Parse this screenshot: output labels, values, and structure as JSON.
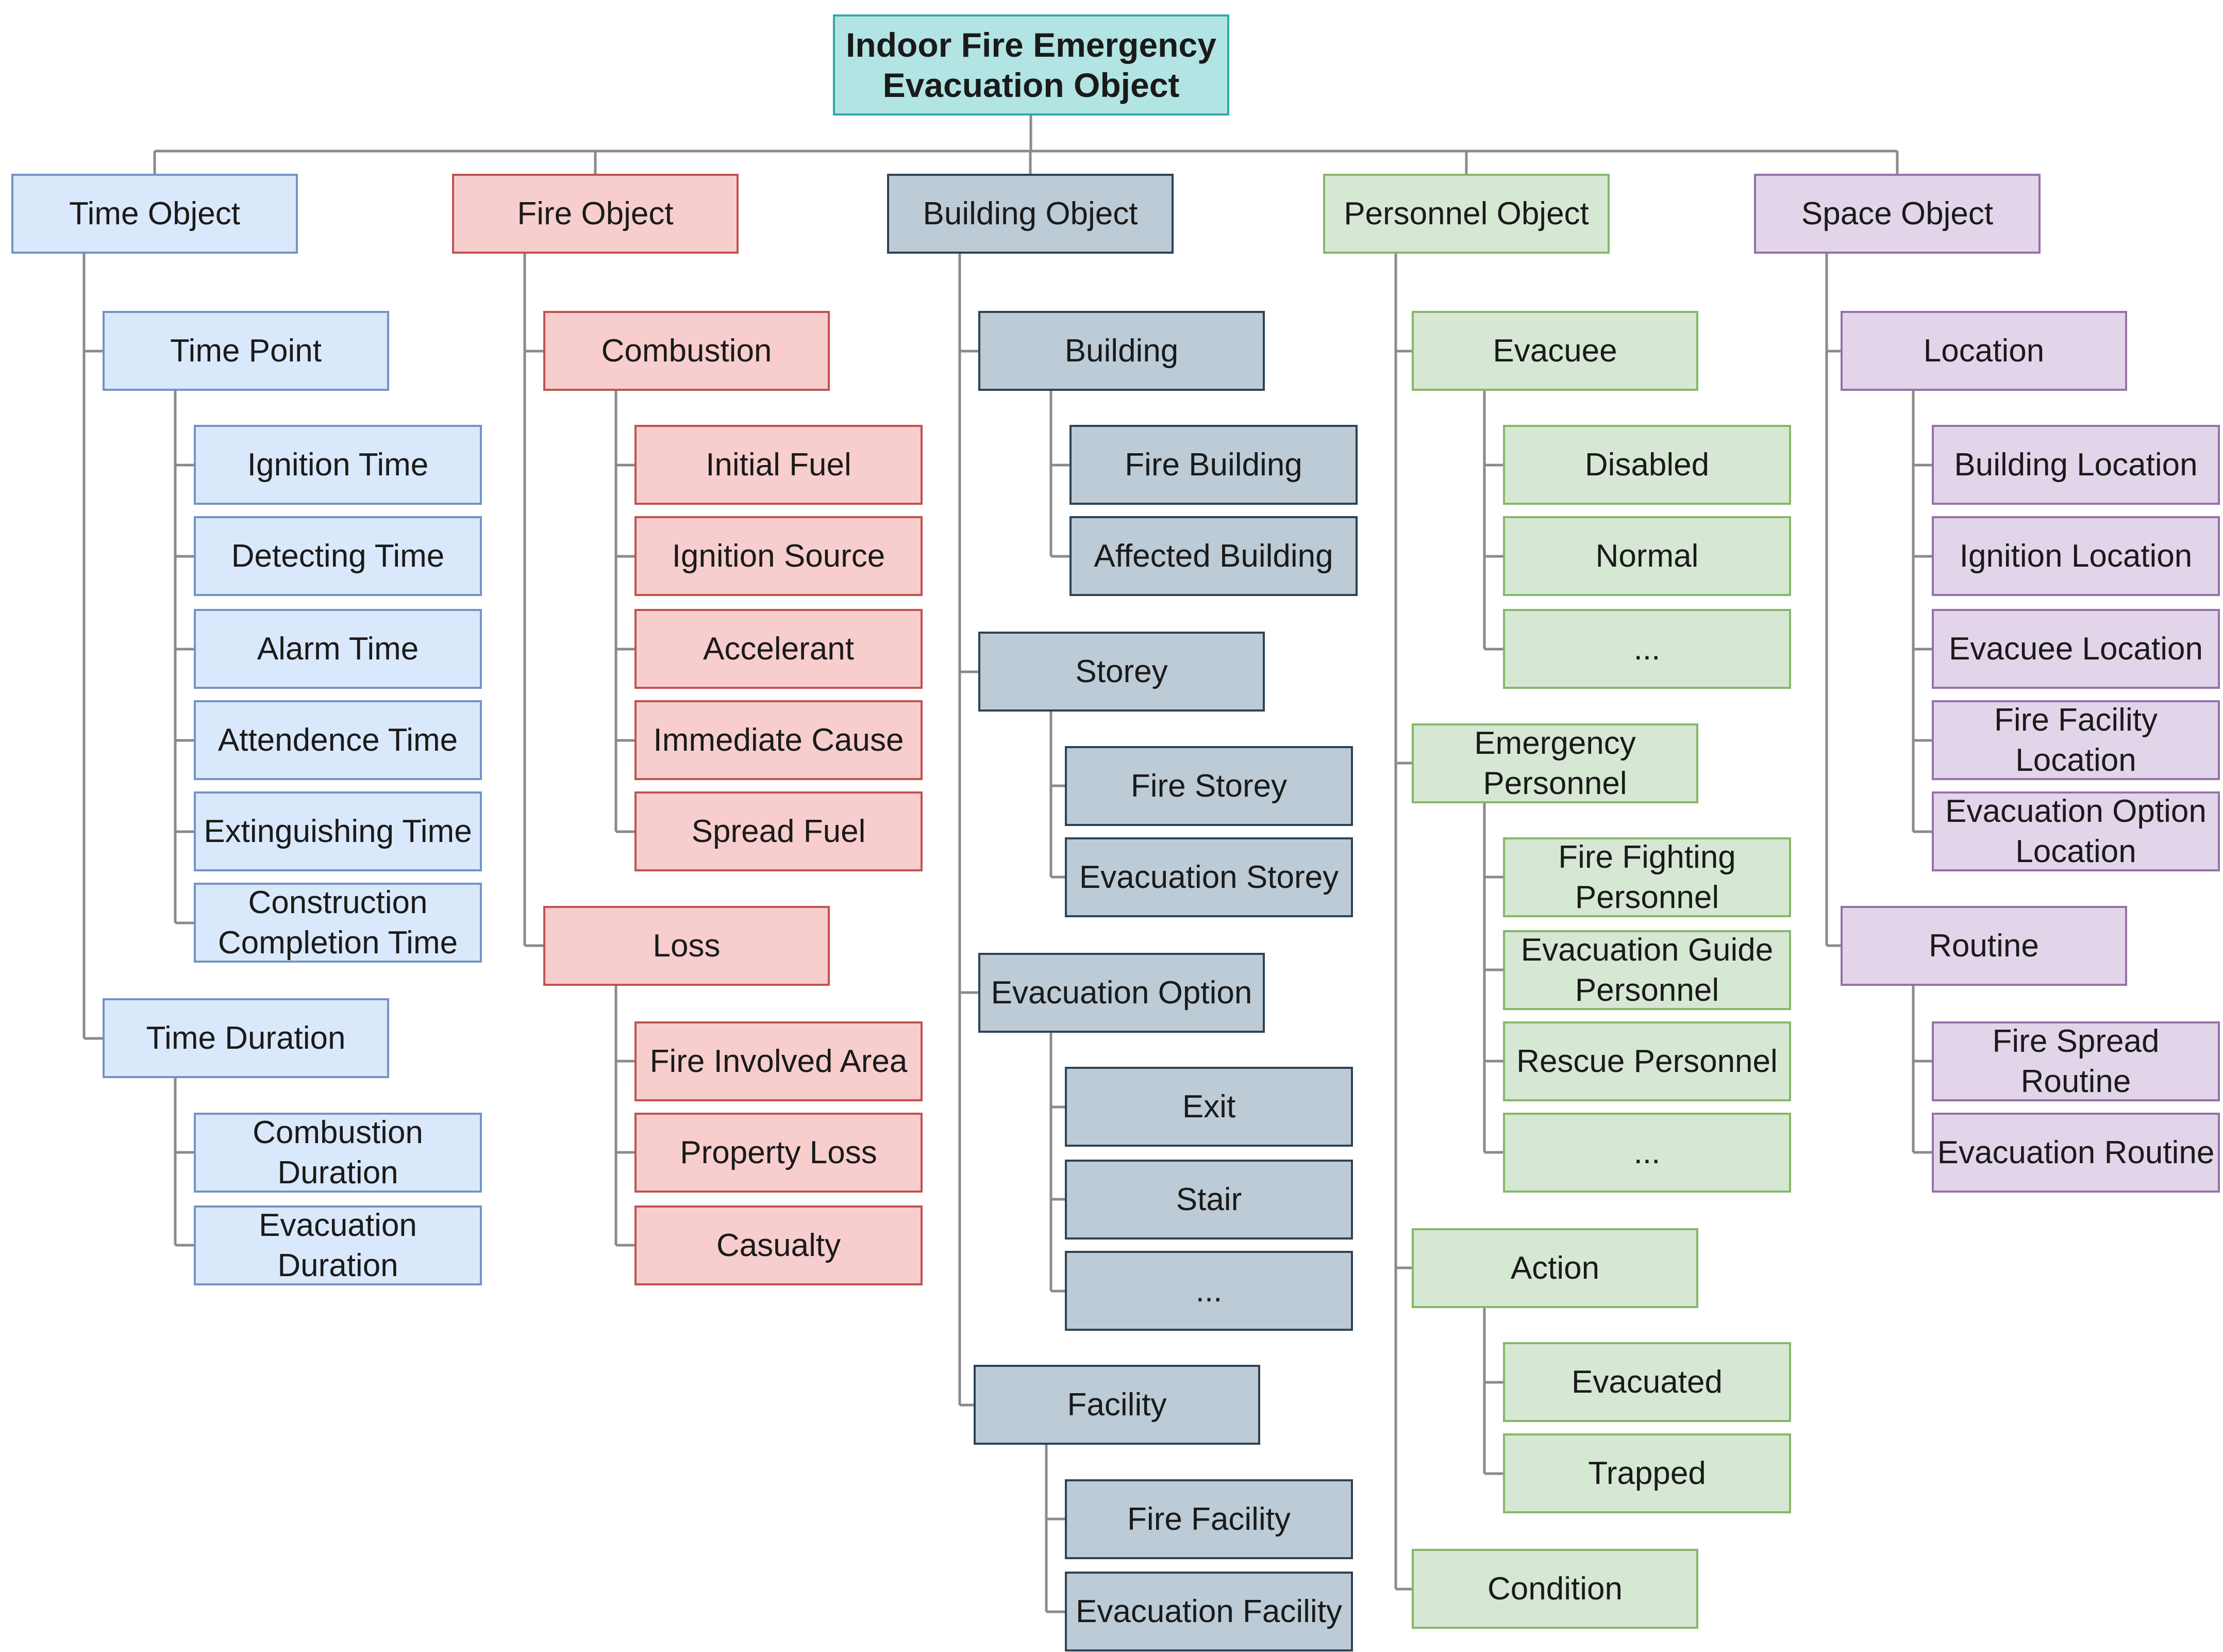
{
  "colors": {
    "root": {
      "fill": "#b2e4e4",
      "border": "#34a6a6"
    },
    "blue": {
      "fill": "#dae8fb",
      "border": "#7393c4"
    },
    "red": {
      "fill": "#f7cecd",
      "border": "#c1524f"
    },
    "slate": {
      "fill": "#bccbd6",
      "border": "#2d4256"
    },
    "green": {
      "fill": "#d6e8d3",
      "border": "#86b769"
    },
    "purple": {
      "fill": "#e2d5e9",
      "border": "#9670a8"
    },
    "connector": "#8a8a8a"
  },
  "root": {
    "id": "root",
    "text": "Indoor Fire Emergency Evacuation Object"
  },
  "categories": [
    {
      "id": "time-object",
      "text": "Time Object",
      "color": "blue",
      "children": [
        {
          "id": "time-point",
          "text": "Time Point",
          "children": [
            {
              "id": "ignition-time",
              "text": "Ignition Time"
            },
            {
              "id": "detecting-time",
              "text": "Detecting Time"
            },
            {
              "id": "alarm-time",
              "text": "Alarm Time"
            },
            {
              "id": "attendence-time",
              "text": "Attendence Time"
            },
            {
              "id": "extinguishing-time",
              "text": "Extinguishing Time"
            },
            {
              "id": "construction-completion-time",
              "text": "Construction Completion Time"
            }
          ]
        },
        {
          "id": "time-duration",
          "text": "Time Duration",
          "children": [
            {
              "id": "combustion-duration",
              "text": "Combustion Duration"
            },
            {
              "id": "evacuation-duration",
              "text": "Evacuation Duration"
            }
          ]
        }
      ]
    },
    {
      "id": "fire-object",
      "text": "Fire Object",
      "color": "red",
      "children": [
        {
          "id": "combustion",
          "text": "Combustion",
          "children": [
            {
              "id": "initial-fuel",
              "text": "Initial Fuel"
            },
            {
              "id": "ignition-source",
              "text": "Ignition Source"
            },
            {
              "id": "accelerant",
              "text": "Accelerant"
            },
            {
              "id": "immediate-cause",
              "text": "Immediate Cause"
            },
            {
              "id": "spread-fuel",
              "text": "Spread Fuel"
            }
          ]
        },
        {
          "id": "loss",
          "text": "Loss",
          "children": [
            {
              "id": "fire-involved-area",
              "text": "Fire Involved Area"
            },
            {
              "id": "property-loss",
              "text": "Property Loss"
            },
            {
              "id": "casualty",
              "text": "Casualty"
            }
          ]
        }
      ]
    },
    {
      "id": "building-object",
      "text": "Building Object",
      "color": "slate",
      "children": [
        {
          "id": "building",
          "text": "Building",
          "children": [
            {
              "id": "fire-building",
              "text": "Fire Building"
            },
            {
              "id": "affected-building",
              "text": "Affected Building"
            }
          ]
        },
        {
          "id": "storey",
          "text": "Storey",
          "children": [
            {
              "id": "fire-storey",
              "text": "Fire Storey"
            },
            {
              "id": "evacuation-storey",
              "text": "Evacuation Storey"
            }
          ]
        },
        {
          "id": "evacuation-option",
          "text": "Evacuation Option",
          "children": [
            {
              "id": "exit",
              "text": "Exit"
            },
            {
              "id": "stair",
              "text": "Stair"
            },
            {
              "id": "building-ellipsis",
              "text": "..."
            }
          ]
        },
        {
          "id": "facility",
          "text": "Facility",
          "children": [
            {
              "id": "fire-facility",
              "text": "Fire Facility"
            },
            {
              "id": "evacuation-facility",
              "text": "Evacuation Facility"
            }
          ]
        }
      ]
    },
    {
      "id": "personnel-object",
      "text": "Personnel Object",
      "color": "green",
      "children": [
        {
          "id": "evacuee",
          "text": "Evacuee",
          "children": [
            {
              "id": "disabled",
              "text": "Disabled"
            },
            {
              "id": "normal",
              "text": "Normal"
            },
            {
              "id": "evacuee-ellipsis",
              "text": "..."
            }
          ]
        },
        {
          "id": "emergency-personnel",
          "text": "Emergency Personnel",
          "children": [
            {
              "id": "fire-fighting-personnel",
              "text": "Fire Fighting Personnel"
            },
            {
              "id": "evacuation-guide-personnel",
              "text": "Evacuation Guide Personnel"
            },
            {
              "id": "rescue-personnel",
              "text": "Rescue Personnel"
            },
            {
              "id": "personnel-ellipsis",
              "text": "..."
            }
          ]
        },
        {
          "id": "action",
          "text": "Action",
          "children": [
            {
              "id": "evacuated",
              "text": "Evacuated"
            },
            {
              "id": "trapped",
              "text": "Trapped"
            }
          ]
        },
        {
          "id": "condition",
          "text": "Condition",
          "children": []
        }
      ]
    },
    {
      "id": "space-object",
      "text": "Space Object",
      "color": "purple",
      "children": [
        {
          "id": "location",
          "text": "Location",
          "children": [
            {
              "id": "building-location",
              "text": "Building Location"
            },
            {
              "id": "ignition-location",
              "text": "Ignition Location"
            },
            {
              "id": "evacuee-location",
              "text": "Evacuee Location"
            },
            {
              "id": "fire-facility-location",
              "text": "Fire Facility Location"
            },
            {
              "id": "evacuation-option-location",
              "text": "Evacuation Option Location"
            }
          ]
        },
        {
          "id": "routine",
          "text": "Routine",
          "children": [
            {
              "id": "fire-spread-routine",
              "text": "Fire Spread Routine"
            },
            {
              "id": "evacuation-routine",
              "text": "Evacuation Routine"
            }
          ]
        }
      ]
    }
  ]
}
